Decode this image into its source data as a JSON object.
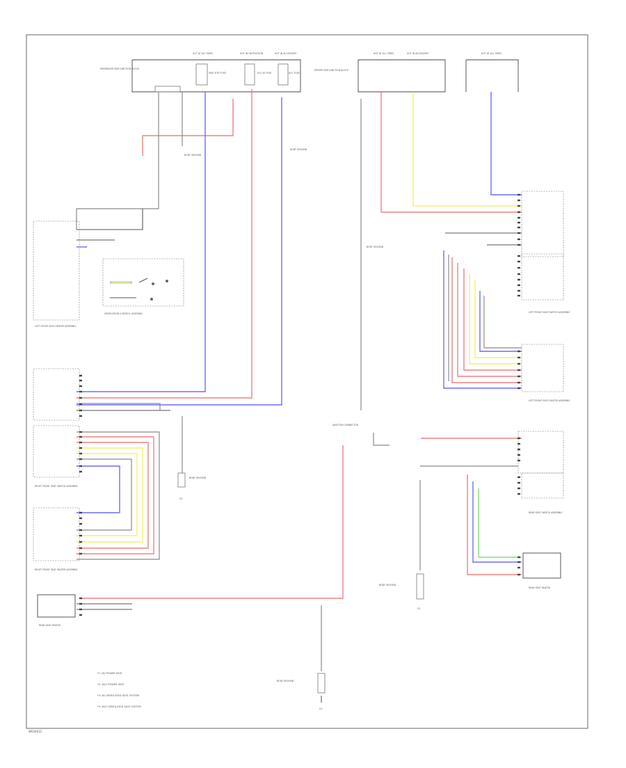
{
  "page": {
    "code": "W034012"
  },
  "notes": [
    "*1: W/ POWER SEAT",
    "*2: W/O POWER SEAT",
    "*3: W/ VENTILATED SEAT SYSTEM",
    "*4: W/O VENTILATED SEAT SYSTEM"
  ],
  "colors": {
    "red": "#f08080",
    "blue": "#6b6bff",
    "yellow": "#f2f26a",
    "green": "#7ee07e",
    "gray": "#8a8a8a",
    "black": "#555555",
    "frame": "#444444"
  },
  "labels": {
    "top_hot1": "HOT AT ALL TIMES",
    "top_hot2": "HOT IN ON POSITION",
    "top_hot3": "HOT IN ACCESSORY",
    "passenger_junction": "PASSENGER SIDE JUNCTION BLOCK",
    "driver_junction": "DRIVER SIDE JUNCTION BLOCK",
    "center_junction": "JUNCTION CONNECTOR",
    "ground_label": "GROUND",
    "seat_heater_left": "LEFT FRONT SEAT HEATER ASSEMBLY",
    "seat_heater_right": "RIGHT FRONT SEAT HEATER ASSEMBLY",
    "seat_switch_left": "LEFT FRONT SEAT SWITCH ASSEMBLY",
    "seat_switch_right": "RIGHT FRONT SEAT SWITCH ASSEMBLY",
    "rear_heater": "REAR SEAT HEATER",
    "ventilation_control": "VENTILATION CONTROL ASSEMBLY",
    "rear_switch": "REAR SEAT SWITCH ASSEMBLY",
    "body_ground": "BODY GROUND",
    "fuse1": "SEAT HTR FUSE",
    "fuse2": "ECU-IG FUSE",
    "fuse3": "ACC FUSE",
    "ground_point": "G1"
  }
}
